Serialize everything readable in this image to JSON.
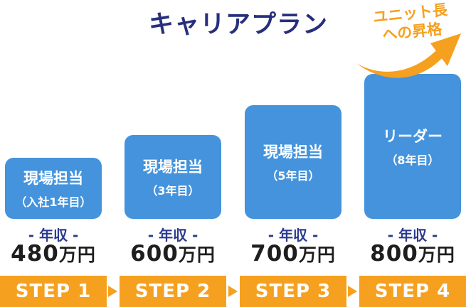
{
  "title": "キャリアプラン",
  "promotion": {
    "line1": "ユニット長",
    "line2": "への昇格"
  },
  "salary_label": "- 年収 -",
  "columns": [
    {
      "role_line1": "現場担当",
      "role_line2": "（入社1年目）",
      "salary_value": "480",
      "salary_unit": "万円",
      "step": "STEP 1"
    },
    {
      "role_line1": "現場担当",
      "role_line2": "（3年目）",
      "salary_value": "600",
      "salary_unit": "万円",
      "step": "STEP 2"
    },
    {
      "role_line1": "現場担当",
      "role_line2": "（5年目）",
      "salary_value": "700",
      "salary_unit": "万円",
      "step": "STEP 3"
    },
    {
      "role_line1": "リーダー",
      "role_line2": "（8年目）",
      "salary_value": "800",
      "salary_unit": "万円",
      "step": "STEP 4"
    }
  ],
  "colors": {
    "bar_blue": "#4493DC",
    "title_navy": "#272F7D",
    "salary_navy": "#2B3A8F",
    "amount_dark": "#1E1E1E",
    "accent_orange": "#F6A01F",
    "bar_text": "#FFFFFF",
    "background": "#FFFFFF"
  }
}
